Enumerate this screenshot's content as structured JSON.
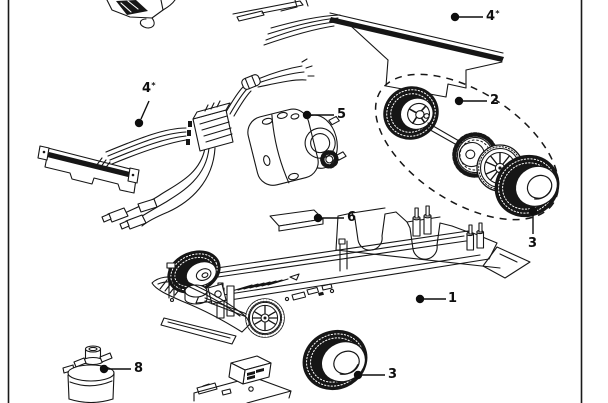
{
  "figure": {
    "kind": "exploded-parts-diagram",
    "subject": "slot car chassis assembly line drawing",
    "ink_color": "#161616",
    "paper_color": "#ffffff",
    "label_color": "#0e0e0e"
  },
  "callouts": [
    {
      "part": "chassis",
      "label": "1",
      "note": ""
    },
    {
      "part": "rear-axle-wheel-set",
      "label": "2",
      "note": ""
    },
    {
      "part": "rear-tire",
      "label": "3",
      "note": ""
    },
    {
      "part": "front-tire",
      "label": "3",
      "note": ""
    },
    {
      "part": "wiring-harness",
      "label": "4",
      "note": "*"
    },
    {
      "part": "contact-strip",
      "label": "4",
      "note": "*"
    },
    {
      "part": "motor",
      "label": "5",
      "note": ""
    },
    {
      "part": "magnet",
      "label": "6",
      "note": ""
    },
    {
      "part": "guide-keel",
      "label": "8",
      "note": ""
    }
  ]
}
